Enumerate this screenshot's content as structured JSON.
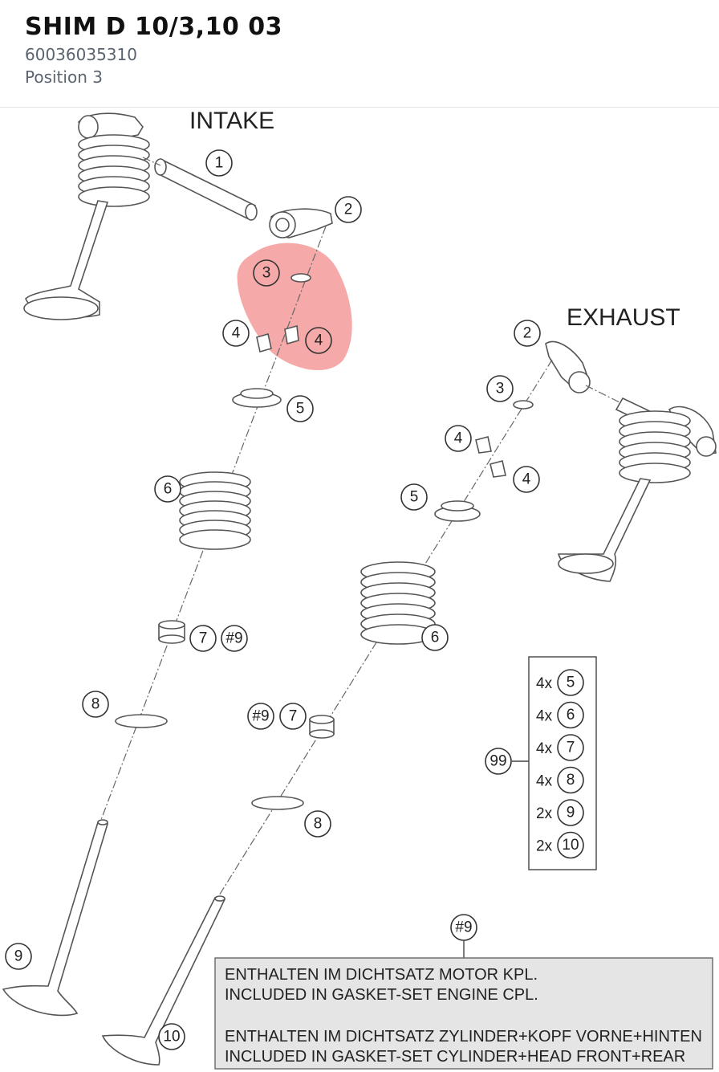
{
  "header": {
    "title": "SHIM D 10/3,10 03",
    "part_number": "60036035310",
    "position": "Position 3"
  },
  "diagram": {
    "intake_label": "INTAKE",
    "exhaust_label": "EXHAUST",
    "highlight_color": "#f07070",
    "callouts": {
      "i1": "1",
      "i2": "2",
      "i3": "3",
      "i4a": "4",
      "i4b": "4",
      "i5": "5",
      "i6": "6",
      "i7": "7",
      "i9ref": "#9",
      "i8": "8",
      "i9": "9",
      "i10": "10",
      "e2": "2",
      "e3": "3",
      "e4a": "4",
      "e4b": "4",
      "e5": "5",
      "e6": "6",
      "e9ref": "#9",
      "e7": "7",
      "e8": "8",
      "set": "99",
      "note_ref": "#9"
    },
    "kit_list": [
      {
        "qty": "4x",
        "item": "5"
      },
      {
        "qty": "4x",
        "item": "6"
      },
      {
        "qty": "4x",
        "item": "7"
      },
      {
        "qty": "4x",
        "item": "8"
      },
      {
        "qty": "2x",
        "item": "9"
      },
      {
        "qty": "2x",
        "item": "10"
      }
    ],
    "note_lines": [
      "ENTHALTEN IM DICHTSATZ MOTOR KPL.",
      "INCLUDED IN GASKET-SET ENGINE CPL.",
      "ENTHALTEN IM DICHTSATZ ZYLINDER+KOPF VORNE+HINTEN",
      "INCLUDED IN GASKET-SET CYLINDER+HEAD FRONT+REAR"
    ]
  }
}
